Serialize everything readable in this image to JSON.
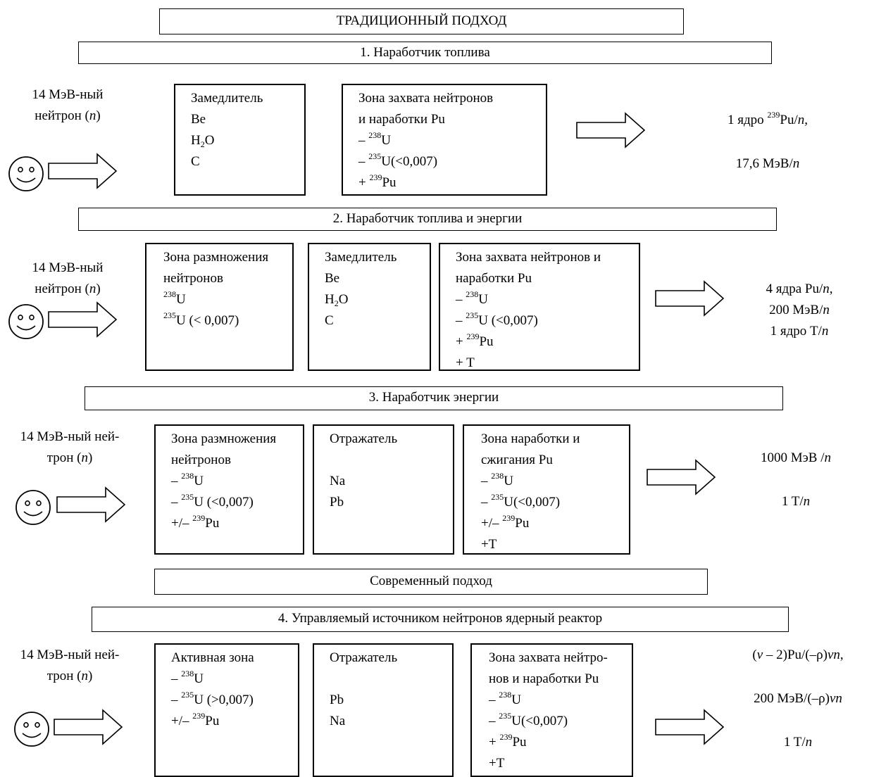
{
  "header": {
    "traditional": "ТРАДИЦИОННЫЙ ПОДХОД",
    "modern": "Современный подход"
  },
  "source": {
    "line1": "14 МэВ-ный",
    "line2_pre": "нейтрон (",
    "line2_n": "n",
    "line2_post": ")",
    "wide_line1": "14 МэВ-ный ней-",
    "wide_line2_pre": "трон (",
    "wide_line2_n": "n",
    "wide_line2_post": ")"
  },
  "section1": {
    "title": "1. Наработчик топлива",
    "moderator": {
      "title": "Замедлитель",
      "be": "Be",
      "h": "H",
      "h2o_sub": "2",
      "o": "O",
      "c": "C"
    },
    "capture": {
      "title1": "Зона захвата нейтронов",
      "title2": "и наработки Pu",
      "i1_pre": "– ",
      "i1_sup": "238",
      "i1_el": "U",
      "i2_pre": "– ",
      "i2_sup": "235",
      "i2_el": "U(<0,007)",
      "i3_pre": "+ ",
      "i3_sup": "239",
      "i3_el": "Pu"
    },
    "output": {
      "o1_pre": "1 ядро ",
      "o1_sup": "239",
      "o1_el": "Pu/",
      "o1_n": "n",
      "o1_post": ",",
      "o2_pre": "17,6 МэВ/",
      "o2_n": "n"
    }
  },
  "section2": {
    "title": "2. Наработчик топлива и энергии",
    "multiply": {
      "title1": "Зона размножения",
      "title2": "нейтронов",
      "i1_sup": "238",
      "i1_el": "U",
      "i2_sup": "235",
      "i2_el": "U (< 0,007)"
    },
    "moderator": {
      "title": "Замедлитель",
      "be": "Be",
      "h": "H",
      "h2o_sub": "2",
      "o": "O",
      "c": "C"
    },
    "capture": {
      "title1": "Зона захвата нейтронов и",
      "title2": "наработки Pu",
      "i1_pre": "– ",
      "i1_sup": "238",
      "i1_el": "U",
      "i2_pre": "– ",
      "i2_sup": "235",
      "i2_el": "U (<0,007)",
      "i3_pre": "+ ",
      "i3_sup": "239",
      "i3_el": "Pu",
      "i4": "+ T"
    },
    "output": {
      "o1_pre": "4 ядра Pu/",
      "o1_n": "n",
      "o1_post": ",",
      "o2_pre": "200 МэВ/",
      "o2_n": "n",
      "o3_pre": "1 ядро T/",
      "o3_n": "n"
    }
  },
  "section3": {
    "title": "3. Наработчик энергии",
    "multiply": {
      "title1": "Зона размножения",
      "title2": "нейтронов",
      "i1_pre": "– ",
      "i1_sup": "238",
      "i1_el": "U",
      "i2_pre": "– ",
      "i2_sup": "235",
      "i2_el": "U (<0,007)",
      "i3_pre": "+/– ",
      "i3_sup": "239",
      "i3_el": "Pu"
    },
    "reflector": {
      "title": "Отражатель",
      "na": "Na",
      "pb": "Pb"
    },
    "burn": {
      "title1": "Зона наработки и",
      "title2": "сжигания Pu",
      "i1_pre": "– ",
      "i1_sup": "238",
      "i1_el": "U",
      "i2_pre": "– ",
      "i2_sup": "235",
      "i2_el": "U(<0,007)",
      "i3_pre": "+/– ",
      "i3_sup": "239",
      "i3_el": "Pu",
      "i4": "+T"
    },
    "output": {
      "o1_pre": "1000 МэВ /",
      "o1_n": "n",
      "o2_pre": "1 T/",
      "o2_n": "n"
    }
  },
  "section4": {
    "title": "4. Управляемый источником нейтронов ядерный реактор",
    "core": {
      "title": "Активная зона",
      "i1_pre": "– ",
      "i1_sup": "238",
      "i1_el": "U",
      "i2_pre": "– ",
      "i2_sup": "235",
      "i2_el": "U (>0,007)",
      "i3_pre": "+/– ",
      "i3_sup": "239",
      "i3_el": "Pu"
    },
    "reflector": {
      "title": "Отражатель",
      "pb": "Pb",
      "na": "Na"
    },
    "capture": {
      "title1": "Зона захвата нейтро-",
      "title2": "нов и наработки Pu",
      "i1_pre": "– ",
      "i1_sup": "238",
      "i1_el": "U",
      "i2_pre": "– ",
      "i2_sup": "235",
      "i2_el": "U(<0,007)",
      "i3_pre": "+ ",
      "i3_sup": "239",
      "i3_el": "Pu",
      "i4": "+T"
    },
    "output": {
      "o1_open": "(",
      "o1_nu": "ν",
      "o1_mid": " – 2)Pu/(–ρ)",
      "o1_nu2": "ν",
      "o1_n": "n",
      "o1_post": ",",
      "o2_pre": "200 МэВ/(–ρ)",
      "o2_nu": "ν",
      "o2_n": "n",
      "o3_pre": "1 T/",
      "o3_n": "n"
    }
  }
}
